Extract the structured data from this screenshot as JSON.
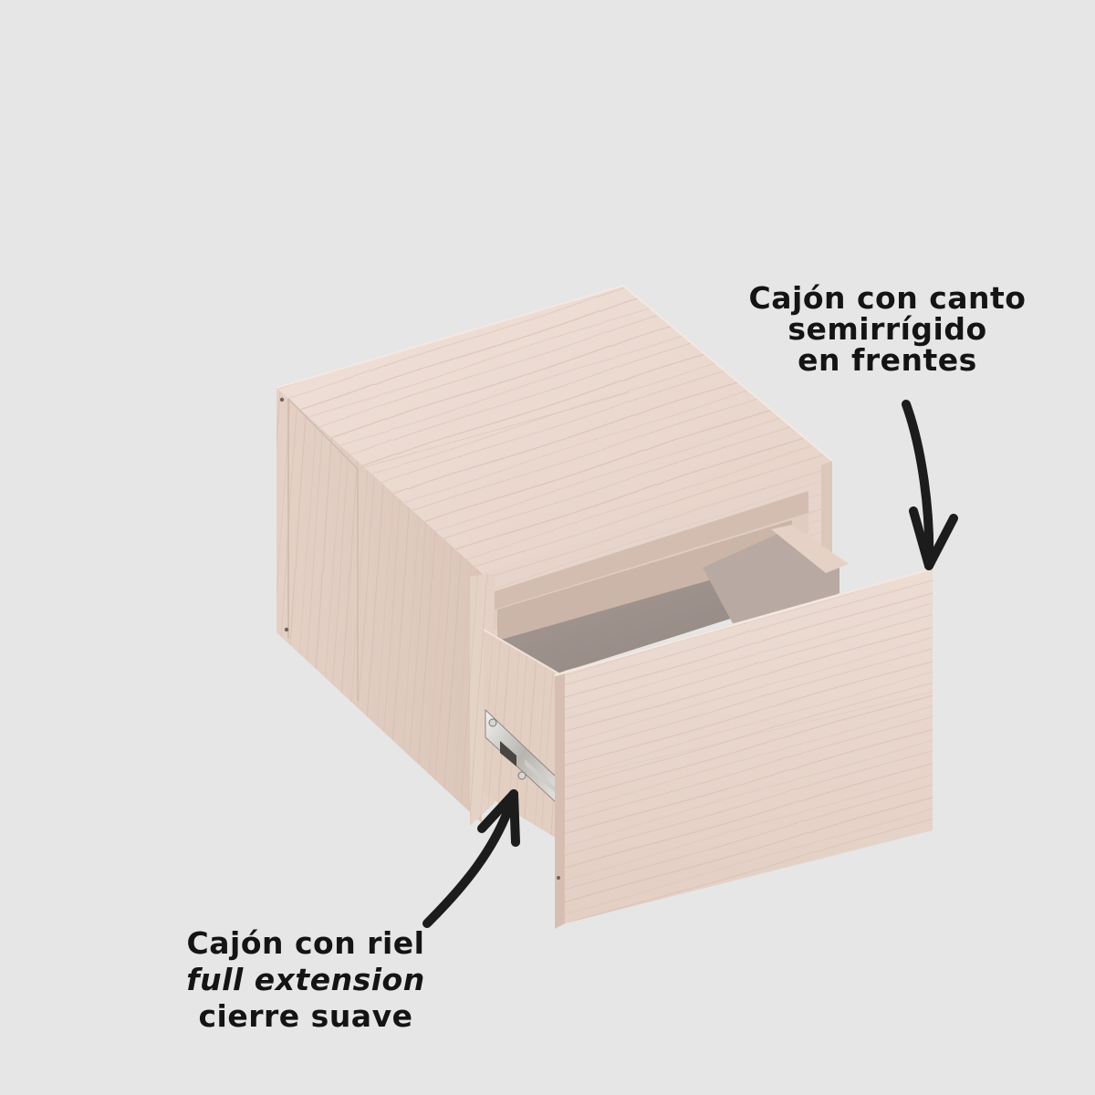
{
  "image": {
    "background_color": "#e6e6e6",
    "subject": "Mesa de noche / módulo cubo de madera con cajón abierto",
    "wood_colors": {
      "light": "#eeded6",
      "mid": "#e2cdc2",
      "dark": "#d3bbae",
      "interior": "#9c918c",
      "edge_shadow": "#b9a397"
    },
    "arrow_color": "#1c1c1c"
  },
  "annotations": {
    "top_right": {
      "lines": [
        "Cajón con canto",
        "semirrígido",
        "en frentes"
      ],
      "points_to": "drawer-front-edge"
    },
    "bottom_left": {
      "lines": [
        "Cajón con riel",
        "full extension",
        "cierre suave"
      ],
      "italic_line_index": 1,
      "points_to": "drawer-slide-rail"
    }
  }
}
